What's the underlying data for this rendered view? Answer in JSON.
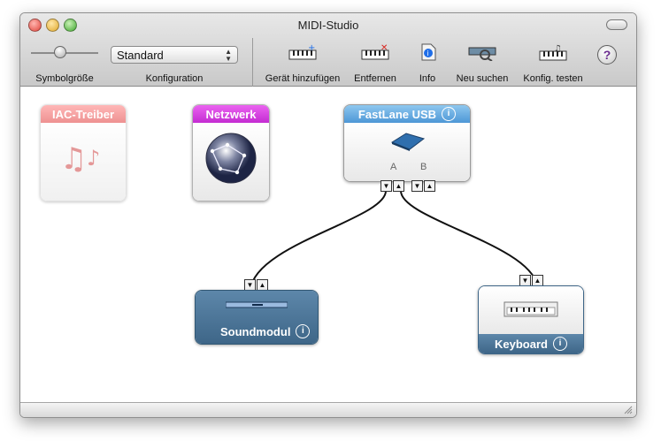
{
  "window": {
    "title": "MIDI-Studio"
  },
  "toolbar": {
    "symbol_size_label": "Symbolgröße",
    "configuration_label": "Konfiguration",
    "configuration_value": "Standard",
    "add_device_label": "Gerät hinzufügen",
    "remove_label": "Entfernen",
    "info_label": "Info",
    "rescan_label": "Neu suchen",
    "test_config_label": "Konfig. testen",
    "help_label": "?"
  },
  "devices": {
    "iac": "IAC-Treiber",
    "network": "Netzwerk",
    "fastlane": "FastLane USB",
    "port_a": "A",
    "port_b": "B",
    "sound": "Soundmodul",
    "keyboard": "Keyboard"
  }
}
